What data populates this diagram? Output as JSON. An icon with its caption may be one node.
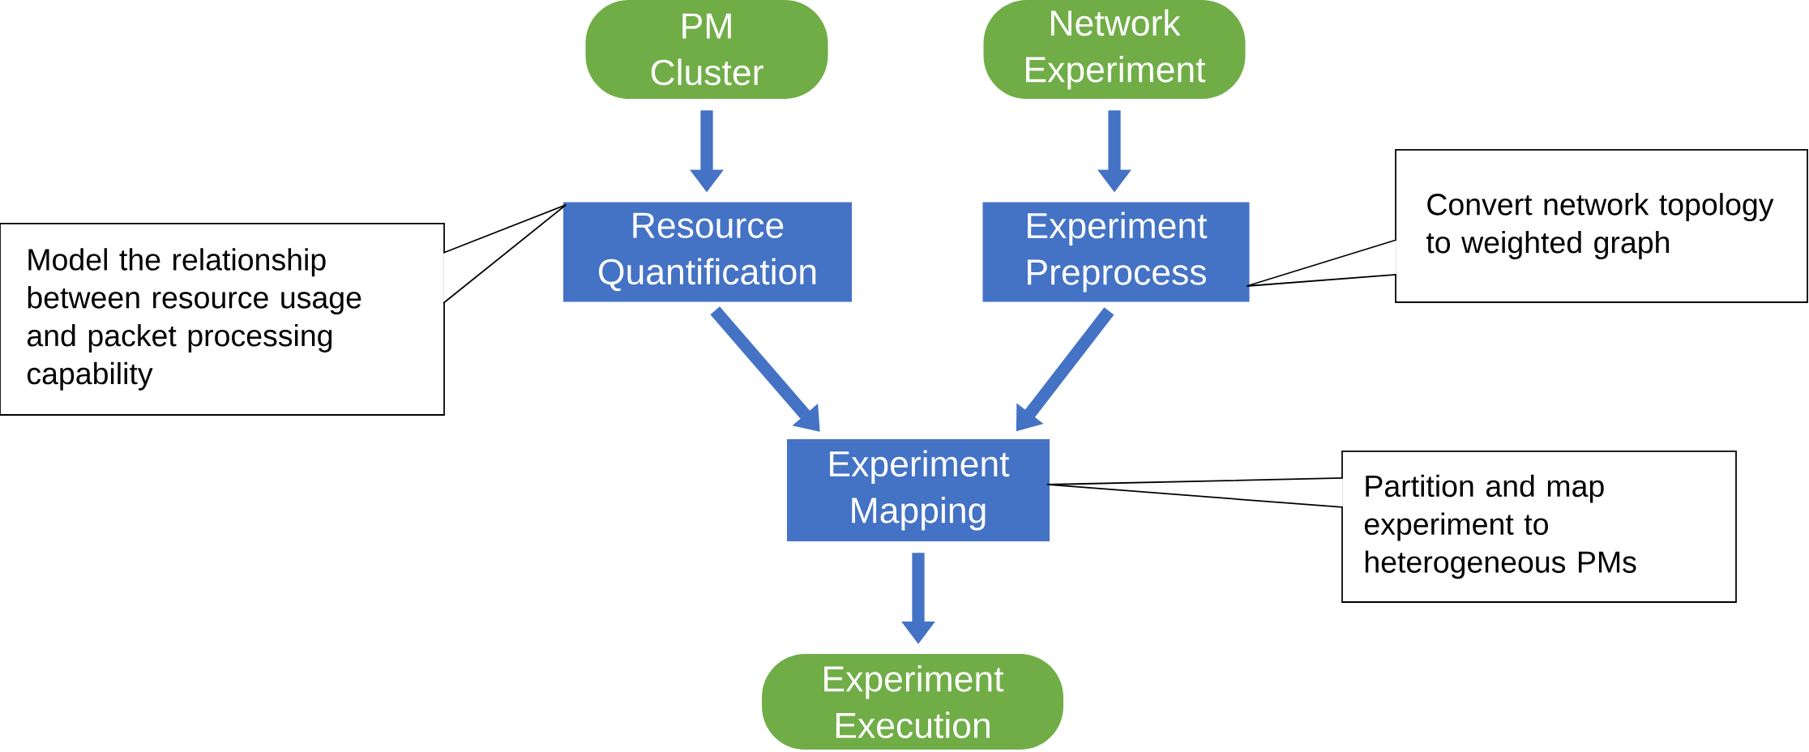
{
  "diagram": {
    "nodes": [
      {
        "text": [
          "PM Cluster"
        ]
      },
      {
        "text": [
          "Network Experiment"
        ]
      },
      {
        "text": [
          "Resource Quantification"
        ]
      },
      {
        "text": [
          "Experiment Preprocess"
        ]
      },
      {
        "text": [
          "Model the relationship between resource usage and packet processing capability"
        ]
      },
      {
        "text": [
          "Convert network topology to weighted graph"
        ]
      },
      {
        "text": [
          "Experiment Mapping"
        ]
      },
      {
        "text": [
          "Partition and map experiment to heterogeneous PMs"
        ]
      },
      {
        "text": [
          "Experiment Execution"
        ]
      }
    ],
    "edges": [
      {
        "from": 0,
        "to": 2,
        "arrow": "to"
      },
      {
        "from": 1,
        "to": 3,
        "arrow": "to"
      },
      {
        "from": 4,
        "to": 2,
        "arrow": "none",
        "color": "#000000"
      },
      {
        "from": 5,
        "to": 3,
        "arrow": "none",
        "color": "#000000"
      },
      {
        "from": 2,
        "to": 6,
        "arrow": "to"
      },
      {
        "from": 3,
        "to": 6,
        "arrow": "to"
      },
      {
        "from": 7,
        "to": 6,
        "arrow": "none",
        "color": "#000000"
      },
      {
        "from": 6,
        "to": 8,
        "arrow": "to"
      }
    ]
  }
}
